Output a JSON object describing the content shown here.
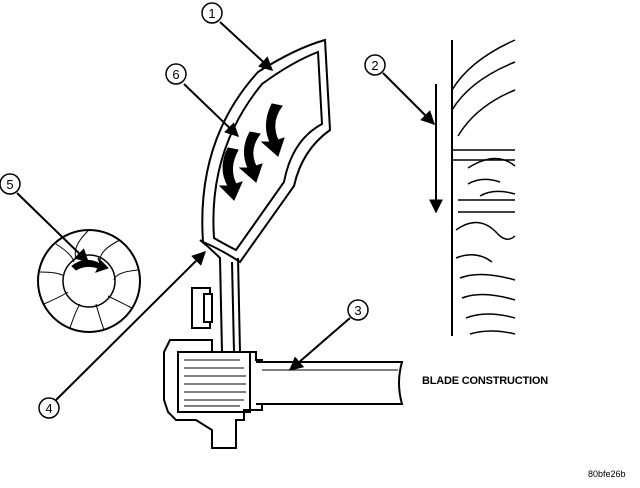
{
  "callouts": [
    "1",
    "2",
    "3",
    "4",
    "5",
    "6"
  ],
  "caption": "BLADE CONSTRUCTION",
  "figure_id": "80bfe26b",
  "colors": {
    "ink": "#000000",
    "paper": "#ffffff"
  }
}
